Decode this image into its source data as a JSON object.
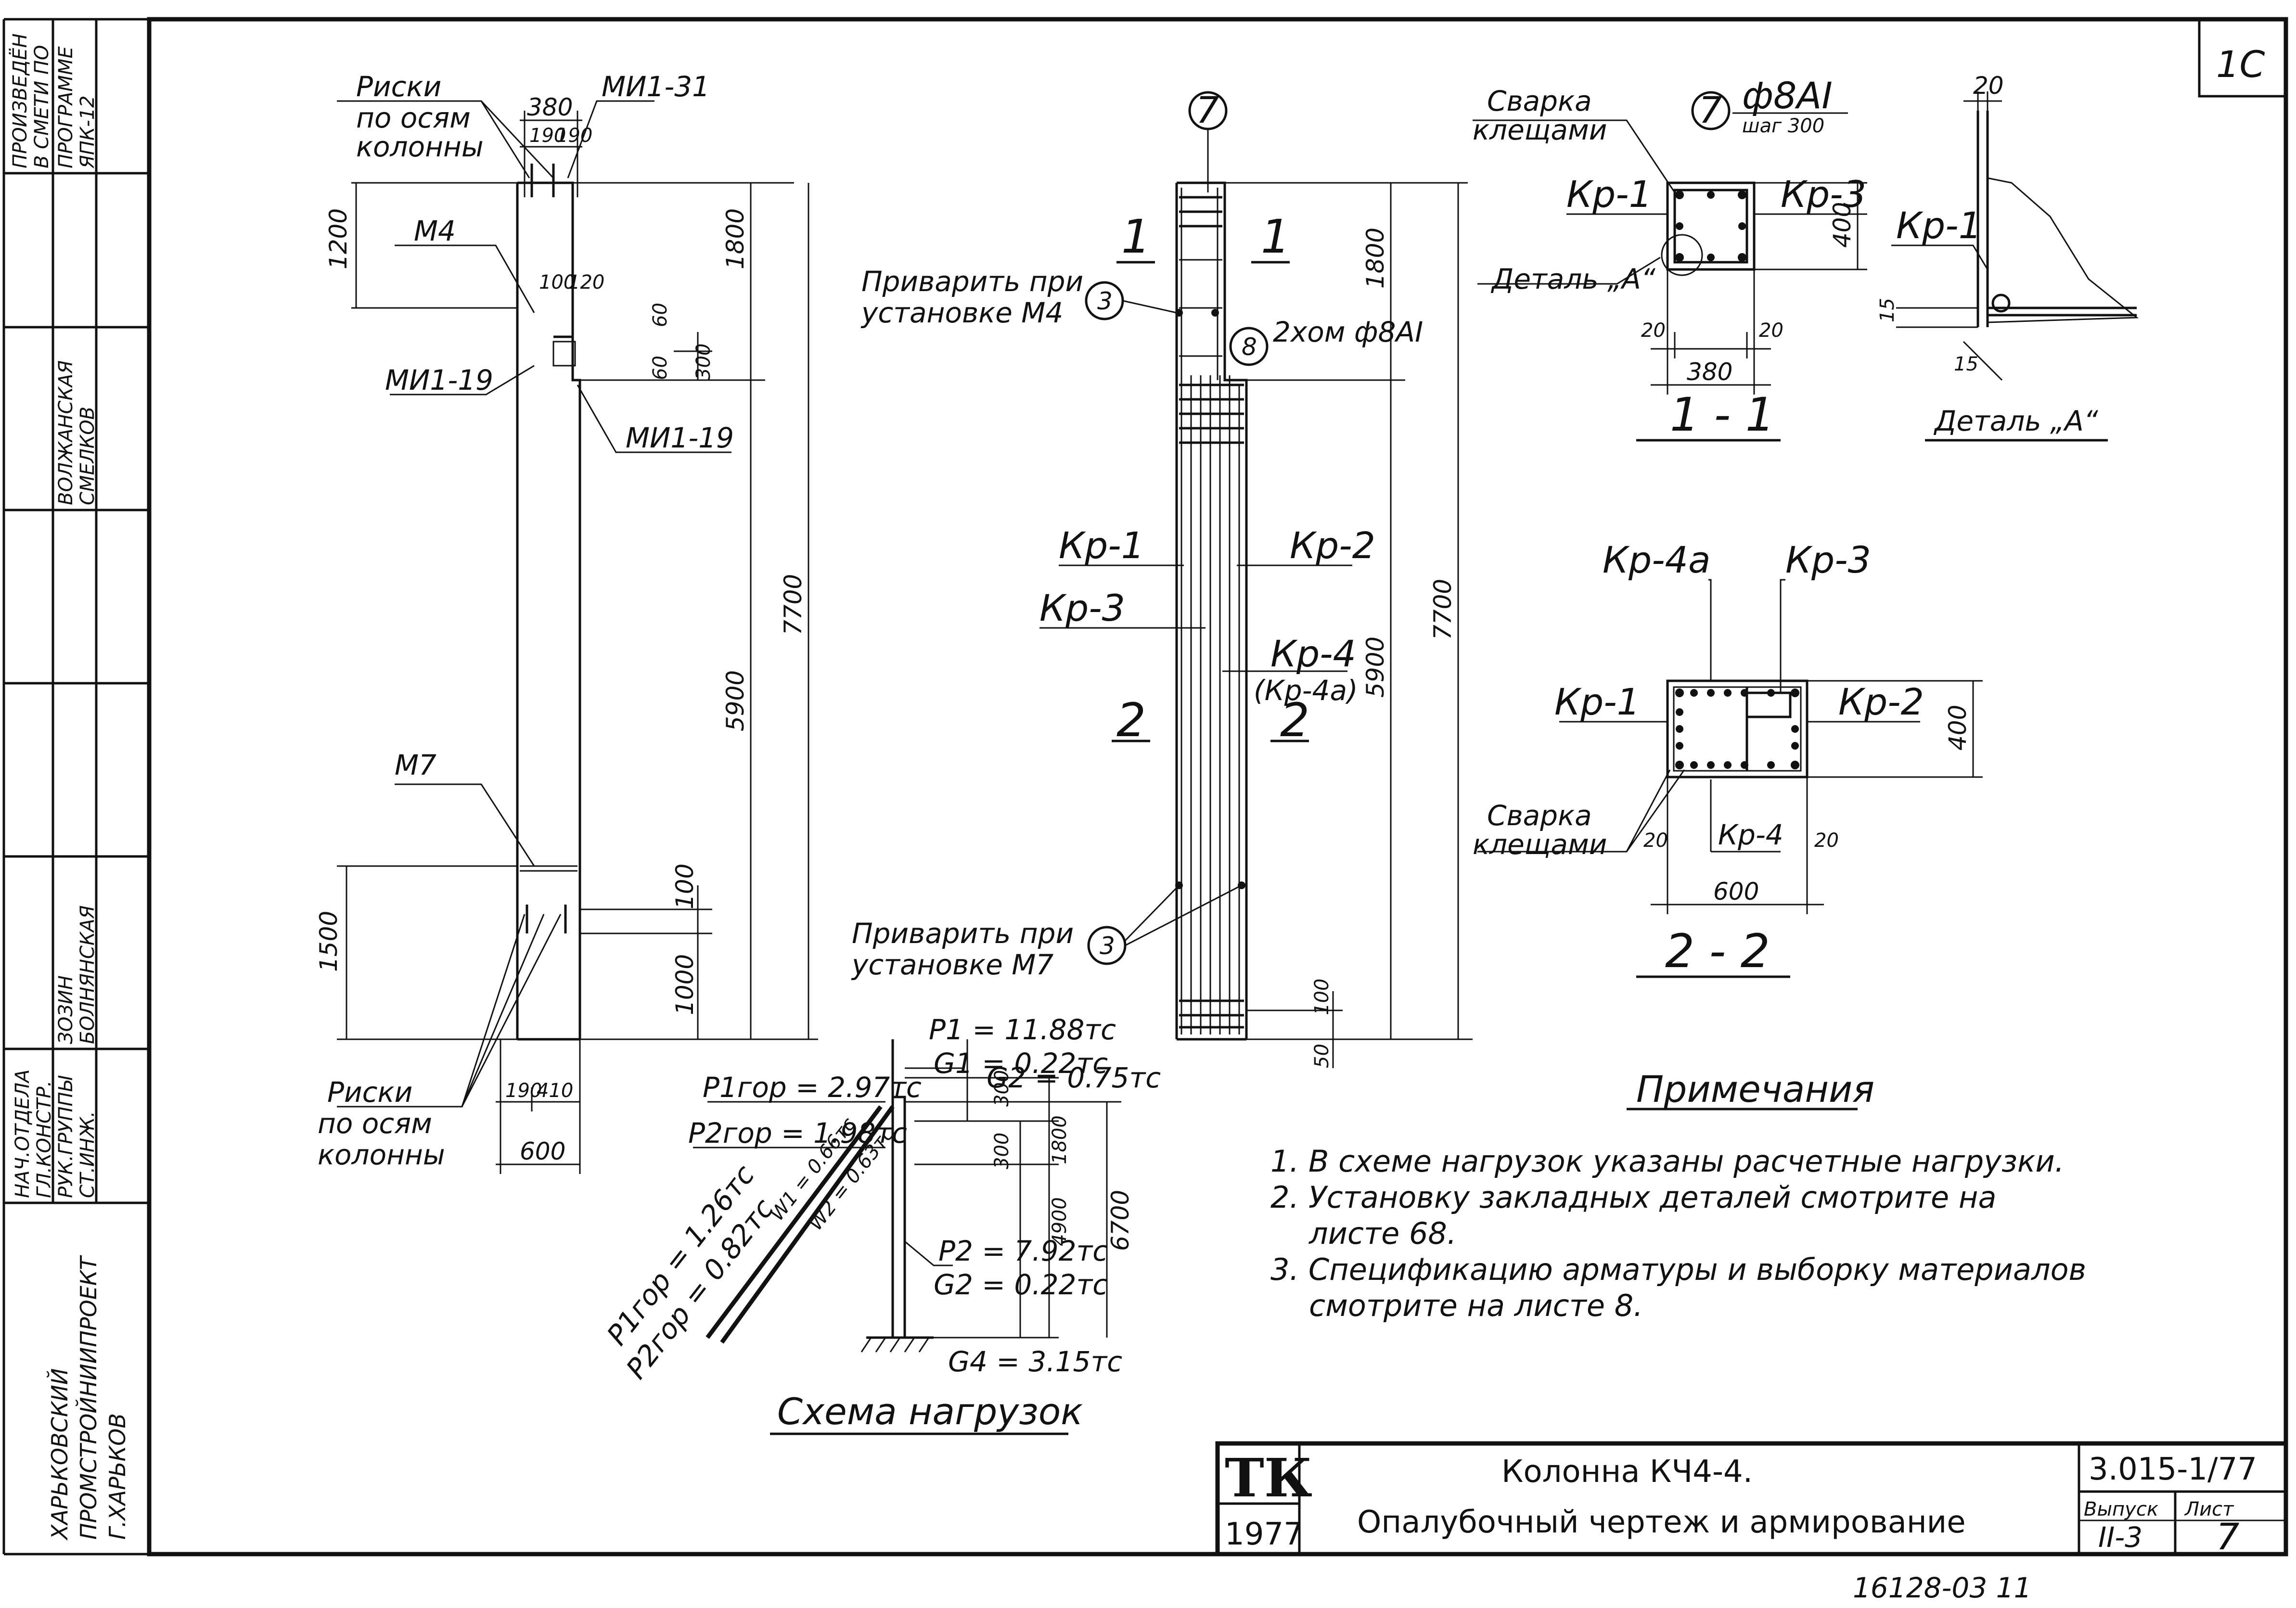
{
  "sheet_mark": "1С",
  "stamp_bottom": "16128-03    11",
  "side_stamp": {
    "rows": [
      "ПРОИЗВЕДЁН",
      "В СМЕТИ ПО",
      "ПРОГРАММЕ",
      "ЯПК-12"
    ],
    "org": [
      "ХАРЬКОВСКИЙ",
      "ПРОМСТРОЙНИИПРОЕКТ",
      "Г.ХАРЬКОВ"
    ],
    "people": [
      "ЗОЗИН",
      "БОЛНЯНСКАЯ",
      "ВОЛЖАНСКАЯ",
      "СМЕЛКОВ"
    ],
    "roles": [
      "НАЧ.ОТДЕЛА",
      "ГЛ.КОНСТР.",
      "РУК.ГРУППЫ",
      "СТ.ИНЖ."
    ]
  },
  "formwork": {
    "riski_top": [
      "Риски",
      "по осям",
      "колонны"
    ],
    "riski_bottom": [
      "Риски",
      "по осям",
      "колонны"
    ],
    "labels": {
      "mi1_31": "МИ1-31",
      "m4": "М4",
      "mi1_19a": "МИ1-19",
      "mi1_19b": "МИ1-19",
      "m7": "М7"
    },
    "dims": {
      "top_w": "380",
      "top_a": "190",
      "top_b": "190",
      "d1200": "1200",
      "d100": "100",
      "d120": "120",
      "d60": "60",
      "d60b": "60",
      "d300": "300",
      "d1800": "1800",
      "d5900": "5900",
      "d7700": "7700",
      "d1500": "1500",
      "d100b": "100",
      "d1000": "1000",
      "bot_a": "190",
      "bot_b": "410",
      "bot_w": "600"
    }
  },
  "reinforcement": {
    "pos7": "7",
    "pos3a": "3",
    "pos3b": "3",
    "pos8": "8",
    "weld_m4": [
      "Приварить при",
      "установке М4"
    ],
    "weld_m7": [
      "Приварить при",
      "установке М7"
    ],
    "pos8_text": "2хом ф8АI",
    "sec1_left": "1",
    "sec1_right": "1",
    "sec2_left": "2",
    "sec2_right": "2",
    "kr1": "Кр-1",
    "kr2": "Кр-2",
    "kr3": "Кр-3",
    "kr4": "Кр-4",
    "kr4a": "(Кр-4а)",
    "dims": {
      "d1800": "1800",
      "d5900": "5900",
      "d7700": "7700",
      "d100": "100",
      "d50": "50"
    }
  },
  "section_1_1": {
    "title": "1 - 1",
    "weld": [
      "Сварка",
      "клещами"
    ],
    "pos7": "7",
    "bar": "ф8АI",
    "step": "шаг 300",
    "kr1": "Кр-1",
    "kr3": "Кр-3",
    "detail_ref": "Деталь „А“",
    "dims": {
      "h": "400",
      "w": "380",
      "a": "20",
      "b": "20"
    }
  },
  "detail_a": {
    "title": "Деталь „А“",
    "kr1": "Кр-1",
    "dims": {
      "top": "20",
      "a": "15",
      "b": "15"
    }
  },
  "section_2_2": {
    "title": "2 - 2",
    "kr4a": "Кр-4а",
    "kr3": "Кр-3",
    "kr1": "Кр-1",
    "kr2": "Кр-2",
    "kr4": "Кр-4",
    "weld": [
      "Сварка",
      "клещами"
    ],
    "dims": {
      "h": "400",
      "w": "600",
      "a": "20",
      "b": "20"
    }
  },
  "load_scheme": {
    "title": "Схема нагрузок",
    "p1": "P1 = 11.88тс",
    "g1": "G1 = 0.22тс",
    "g2top": "G2 = 0.75тс",
    "p1x": "P1гор = 2.97тс",
    "p2x": "P2гор = 1.98тс",
    "w1": "W1 = 0.66тс",
    "w2": "W2 = 0.63тс",
    "p1y": "P1гор = 1.26тс",
    "p2y": "P2гор = 0.82тс",
    "p2": "P2 = 7.92тс",
    "g2": "G2 = 0.22тс",
    "g4": "G4 = 3.15тс",
    "dims": {
      "d300": "300",
      "d1800": "1800",
      "d300b": "300",
      "d4900": "4900",
      "d6700": "6700"
    }
  },
  "notes": {
    "title": "Примечания",
    "items": [
      "1. В схеме нагрузок указаны расчетные нагрузки.",
      "2. Установку закладных деталей смотрите на",
      "листе 68.",
      "3. Спецификацию арматуры и выборку материалов",
      "смотрите на листе 8."
    ]
  },
  "title_block": {
    "org": "ТК",
    "year": "1977",
    "title1": "Колонна КЧ4-4.",
    "title2": "Опалубочный чертеж и армирование",
    "code": "3.015-1/77",
    "issue_label": "Выпуск",
    "issue": "II-3",
    "sheet_label": "Лист",
    "sheet": "7"
  }
}
